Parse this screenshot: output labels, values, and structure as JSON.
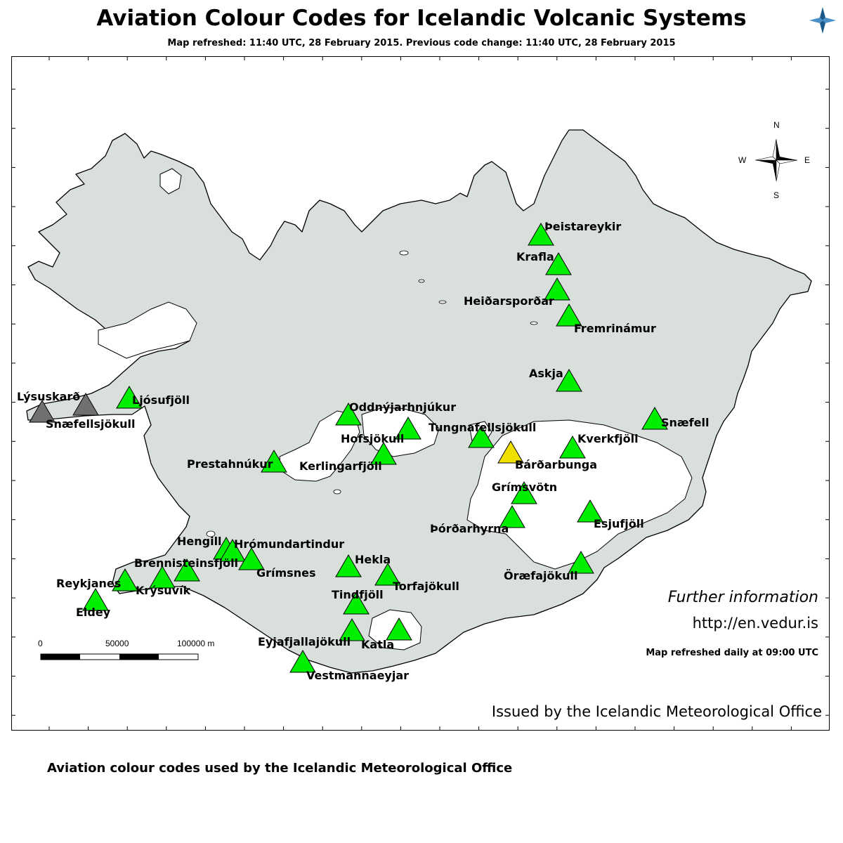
{
  "header": {
    "title": "Aviation Colour Codes for Icelandic Volcanic Systems",
    "subtitle": "Map refreshed: 11:40 UTC, 28 February 2015. Previous code change: 11:40 UTC, 28 February 2015"
  },
  "info": {
    "further": "Further information",
    "url": "http://en.vedur.is",
    "refresh_note": "Map refreshed daily at 09:00 UTC",
    "issued": "Issued by the Icelandic Meteorological Office"
  },
  "footer": {
    "caption": "Aviation colour codes used by the Icelandic Meteorological Office"
  },
  "compass": {
    "n": "N",
    "s": "S",
    "e": "E",
    "w": "W"
  },
  "scale": {
    "labels": [
      "0",
      "50000",
      "100000 m"
    ]
  },
  "colors": {
    "green": "#00ee00",
    "yellow": "#f0e000",
    "grey": "#707070",
    "land": "#d9dfdb",
    "glacier": "#ffffff"
  },
  "volcanoes": [
    {
      "name": "Þeistareykir",
      "code": "green"
    },
    {
      "name": "Krafla",
      "code": "green"
    },
    {
      "name": "Heiðarsporðar",
      "code": "green"
    },
    {
      "name": "Fremrinámur",
      "code": "green"
    },
    {
      "name": "Askja",
      "code": "green"
    },
    {
      "name": "Snæfell",
      "code": "green"
    },
    {
      "name": "Kverkfjöll",
      "code": "green"
    },
    {
      "name": "Tungnafellsjökull",
      "code": "green"
    },
    {
      "name": "Bárðarbunga",
      "code": "yellow"
    },
    {
      "name": "Grímsvötn",
      "code": "green"
    },
    {
      "name": "Þórðarhyrna",
      "code": "green"
    },
    {
      "name": "Esjufjöll",
      "code": "green"
    },
    {
      "name": "Öræfajökull",
      "code": "green"
    },
    {
      "name": "Oddnýjarhnjúkur",
      "code": "green"
    },
    {
      "name": "Hofsjökull",
      "code": "green"
    },
    {
      "name": "Kerlingarfjöll",
      "code": "green"
    },
    {
      "name": "Prestahnúkur",
      "code": "green"
    },
    {
      "name": "Ljósufjöll",
      "code": "green"
    },
    {
      "name": "Lýsuskarð",
      "code": "grey"
    },
    {
      "name": "Snæfellsjökull",
      "code": "grey"
    },
    {
      "name": "Hengill",
      "code": "green"
    },
    {
      "name": "Hrómundartindur",
      "code": "green"
    },
    {
      "name": "Grímsnes",
      "code": "green"
    },
    {
      "name": "Brennisteinsfjöll",
      "code": "green"
    },
    {
      "name": "Krýsuvík",
      "code": "green"
    },
    {
      "name": "Reykjanes",
      "code": "green"
    },
    {
      "name": "Eldey",
      "code": "green"
    },
    {
      "name": "Hekla",
      "code": "green"
    },
    {
      "name": "Torfajökull",
      "code": "green"
    },
    {
      "name": "Tindfjöll",
      "code": "green"
    },
    {
      "name": "Eyjafjallajökull",
      "code": "green"
    },
    {
      "name": "Katla",
      "code": "green"
    },
    {
      "name": "Vestmannaeyjar",
      "code": "green"
    }
  ]
}
